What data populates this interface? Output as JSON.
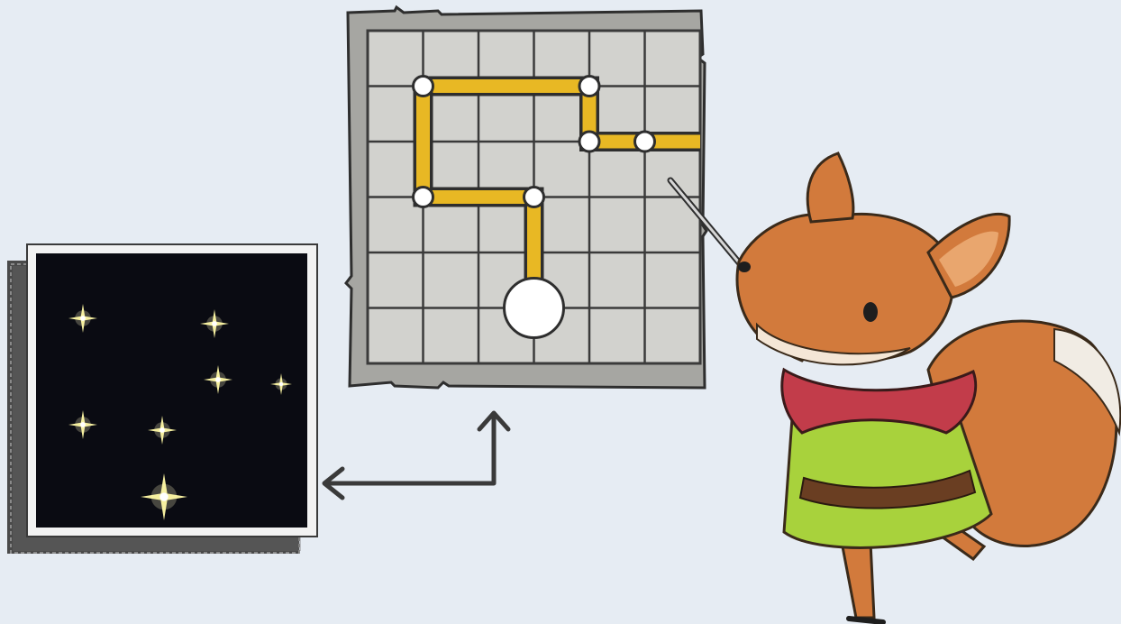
{
  "scene": {
    "background_color": "#e6ecf3",
    "description_free": true
  },
  "starfield": {
    "frame_color": "#e8e8e8",
    "border_pattern_color": "#5a5a5a",
    "sky_color": "#0a0b12",
    "star_color": "#f6f0a0",
    "star_glow_color": "#fff8c8",
    "stars": [
      {
        "id": "star-1",
        "size": "medium"
      },
      {
        "id": "star-2",
        "size": "medium"
      },
      {
        "id": "star-3",
        "size": "medium"
      },
      {
        "id": "star-4",
        "size": "small"
      },
      {
        "id": "star-5",
        "size": "medium"
      },
      {
        "id": "star-6",
        "size": "medium"
      },
      {
        "id": "star-7",
        "size": "large"
      }
    ]
  },
  "puzzle_board": {
    "paper_color": "#a6a6a2",
    "grid_line_color": "#3a3a3a",
    "cell_color": "#d2d2ce",
    "rows": 6,
    "cols": 6,
    "path_color": "#e8b824",
    "node_color": "#ffffff",
    "start_node_color": "#ffffff",
    "icons": [
      "path-icon",
      "node-icon",
      "start-node-icon"
    ]
  },
  "arrow": {
    "color": "#3a3a3a",
    "icon": "connector-arrow-icon"
  },
  "fox": {
    "fur_color": "#d27a3c",
    "tunic_color": "#a8d23c",
    "scarf_color": "#c23c4a",
    "belt_color": "#6a3e22",
    "pointer_color": "#c9c9c9",
    "icon": "fox-character-icon"
  }
}
